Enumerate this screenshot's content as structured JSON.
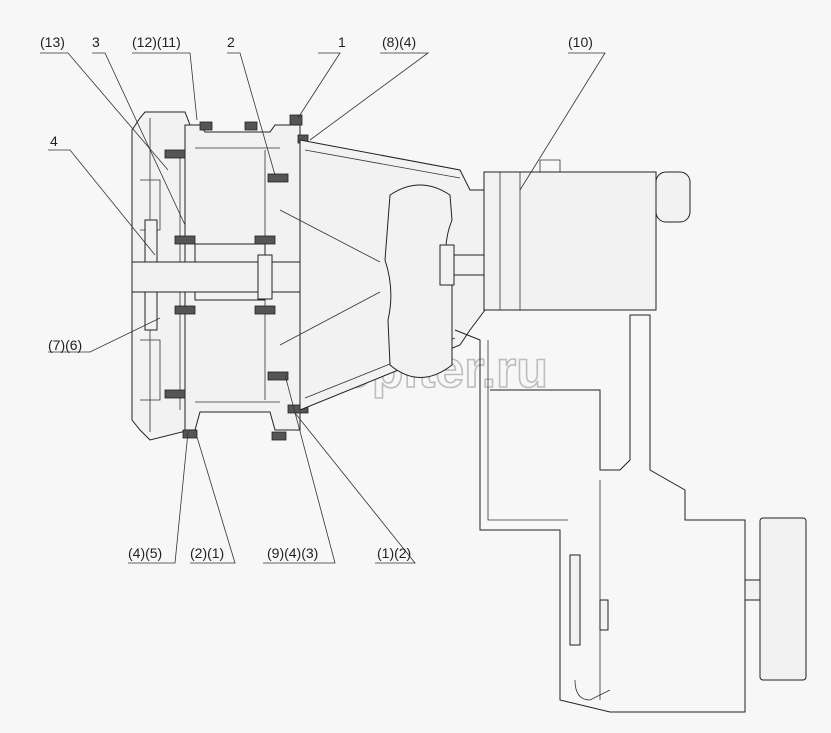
{
  "labels": {
    "l13": "(13)",
    "l3": "3",
    "l12_11": "(12)(11)",
    "l2": "2",
    "l1": "1",
    "l8_4": "(8)(4)",
    "l10": "(10)",
    "l4": "4",
    "l7_6": "(7)(6)",
    "l4_5": "(4)(5)",
    "l2_1": "(2)(1)",
    "l9_4_3": "(9)(4)(3)",
    "l1_2": "(1)(2)"
  },
  "watermark": "autopiter.ru"
}
